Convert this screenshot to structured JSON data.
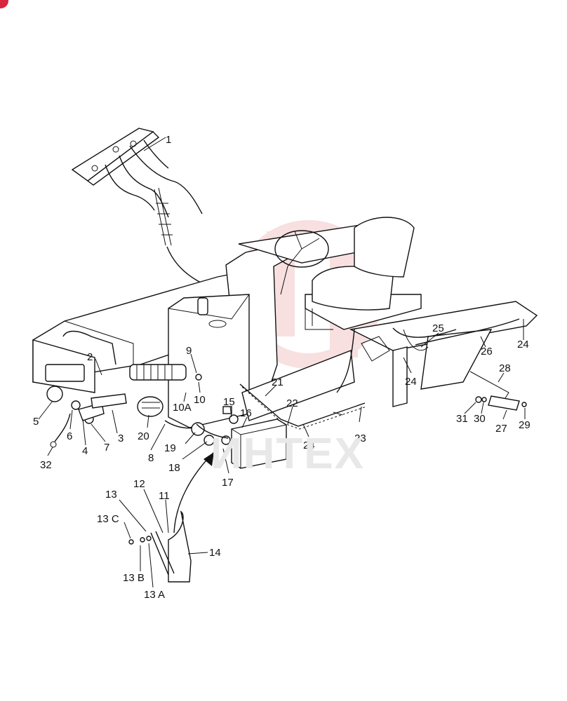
{
  "watermark": {
    "text": "ИНТЕХ",
    "color": "#e8e8e8",
    "logo_color": "#f4c7c7"
  },
  "badge_color": "#d7263d",
  "callouts": [
    {
      "id": "c1",
      "text": "1"
    },
    {
      "id": "c2",
      "text": "2"
    },
    {
      "id": "c3",
      "text": "3"
    },
    {
      "id": "c4",
      "text": "4"
    },
    {
      "id": "c5",
      "text": "5"
    },
    {
      "id": "c6",
      "text": "6"
    },
    {
      "id": "c7",
      "text": "7"
    },
    {
      "id": "c8",
      "text": "8"
    },
    {
      "id": "c9",
      "text": "9"
    },
    {
      "id": "c10",
      "text": "10"
    },
    {
      "id": "c10a",
      "text": "10A"
    },
    {
      "id": "c11",
      "text": "11"
    },
    {
      "id": "c12",
      "text": "12"
    },
    {
      "id": "c13",
      "text": "13"
    },
    {
      "id": "c13a",
      "text": "13 A"
    },
    {
      "id": "c13b",
      "text": "13 B"
    },
    {
      "id": "c13c",
      "text": "13 C"
    },
    {
      "id": "c14",
      "text": "14"
    },
    {
      "id": "c15",
      "text": "15"
    },
    {
      "id": "c16",
      "text": "16"
    },
    {
      "id": "c17",
      "text": "17"
    },
    {
      "id": "c18",
      "text": "18"
    },
    {
      "id": "c19",
      "text": "19"
    },
    {
      "id": "c20",
      "text": "20"
    },
    {
      "id": "c21",
      "text": "21"
    },
    {
      "id": "c22",
      "text": "22"
    },
    {
      "id": "c23",
      "text": "23"
    },
    {
      "id": "c24a",
      "text": "24"
    },
    {
      "id": "c24b",
      "text": "24"
    },
    {
      "id": "c24c",
      "text": "24"
    },
    {
      "id": "c25",
      "text": "25"
    },
    {
      "id": "c26",
      "text": "26"
    },
    {
      "id": "c27",
      "text": "27"
    },
    {
      "id": "c28",
      "text": "28"
    },
    {
      "id": "c29",
      "text": "29"
    },
    {
      "id": "c30",
      "text": "30"
    },
    {
      "id": "c31",
      "text": "31"
    },
    {
      "id": "c32",
      "text": "32"
    }
  ]
}
